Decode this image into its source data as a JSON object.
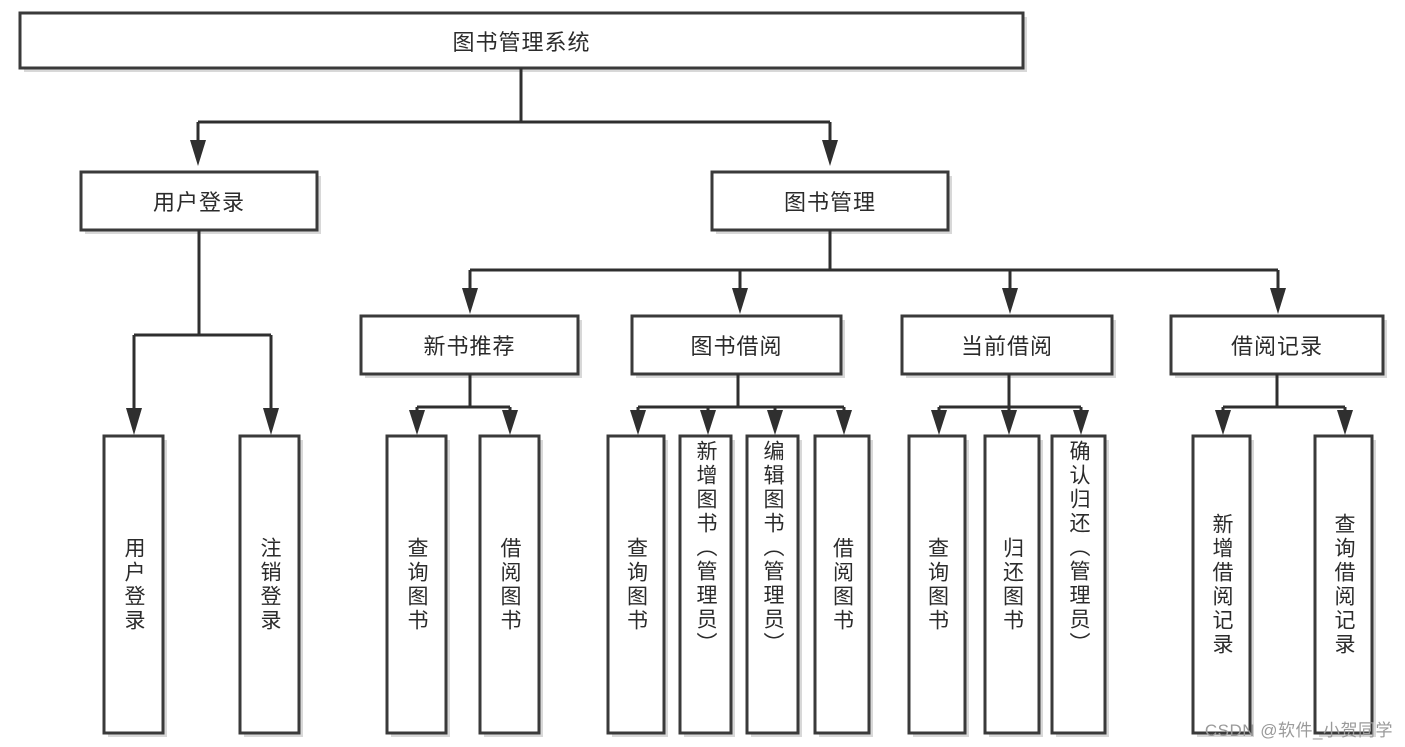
{
  "diagram": {
    "title": "图书管理系统",
    "type": "tree-hierarchy",
    "watermark": "CSDN @软件_小贺同学",
    "colors": {
      "box_stroke": "#3a3a3a",
      "connector": "#2f2f2f",
      "background": "#ffffff",
      "text": "#2b2b2b",
      "watermark": "#9a9a9a"
    },
    "levels": {
      "level1": {
        "root_label": "图书管理系统"
      },
      "level2": [
        {
          "label": "用户登录"
        },
        {
          "label": "图书管理"
        }
      ],
      "level3": [
        {
          "label": "新书推荐"
        },
        {
          "label": "图书借阅"
        },
        {
          "label": "当前借阅"
        },
        {
          "label": "借阅记录"
        }
      ],
      "level4": {
        "user_login_children": [
          {
            "label": "用户登录"
          },
          {
            "label": "注销登录"
          }
        ],
        "new_book_children": [
          {
            "label": "查询图书"
          },
          {
            "label": "借阅图书"
          }
        ],
        "book_borrow_children": [
          {
            "label": "查询图书"
          },
          {
            "label": "新增图书（管理员）"
          },
          {
            "label": "编辑图书（管理员）"
          },
          {
            "label": "借阅图书"
          }
        ],
        "current_borrow_children": [
          {
            "label": "查询图书"
          },
          {
            "label": "归还图书"
          },
          {
            "label": "确认归还（管理员）"
          }
        ],
        "borrow_record_children": [
          {
            "label": "新增借阅记录"
          },
          {
            "label": "查询借阅记录"
          }
        ]
      }
    }
  }
}
